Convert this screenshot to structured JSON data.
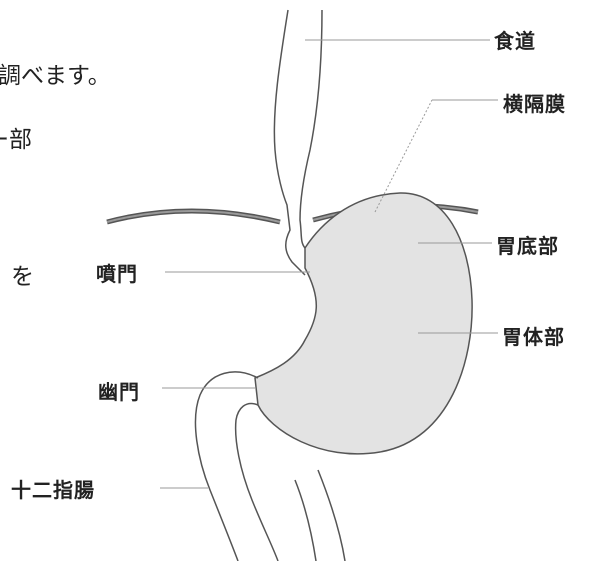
{
  "partial_text": {
    "line1": "調べます。",
    "line2": "ー部",
    "line3": "）を"
  },
  "labels": {
    "esophagus": "食道",
    "diaphragm": "横隔膜",
    "fundus": "胃底部",
    "cardia": "噴門",
    "body": "胃体部",
    "pylorus": "幽門",
    "duodenum": "十二指腸"
  },
  "colors": {
    "stomach_fill": "#e3e3e3",
    "outline": "#555555",
    "leader": "#9a9a9a"
  }
}
